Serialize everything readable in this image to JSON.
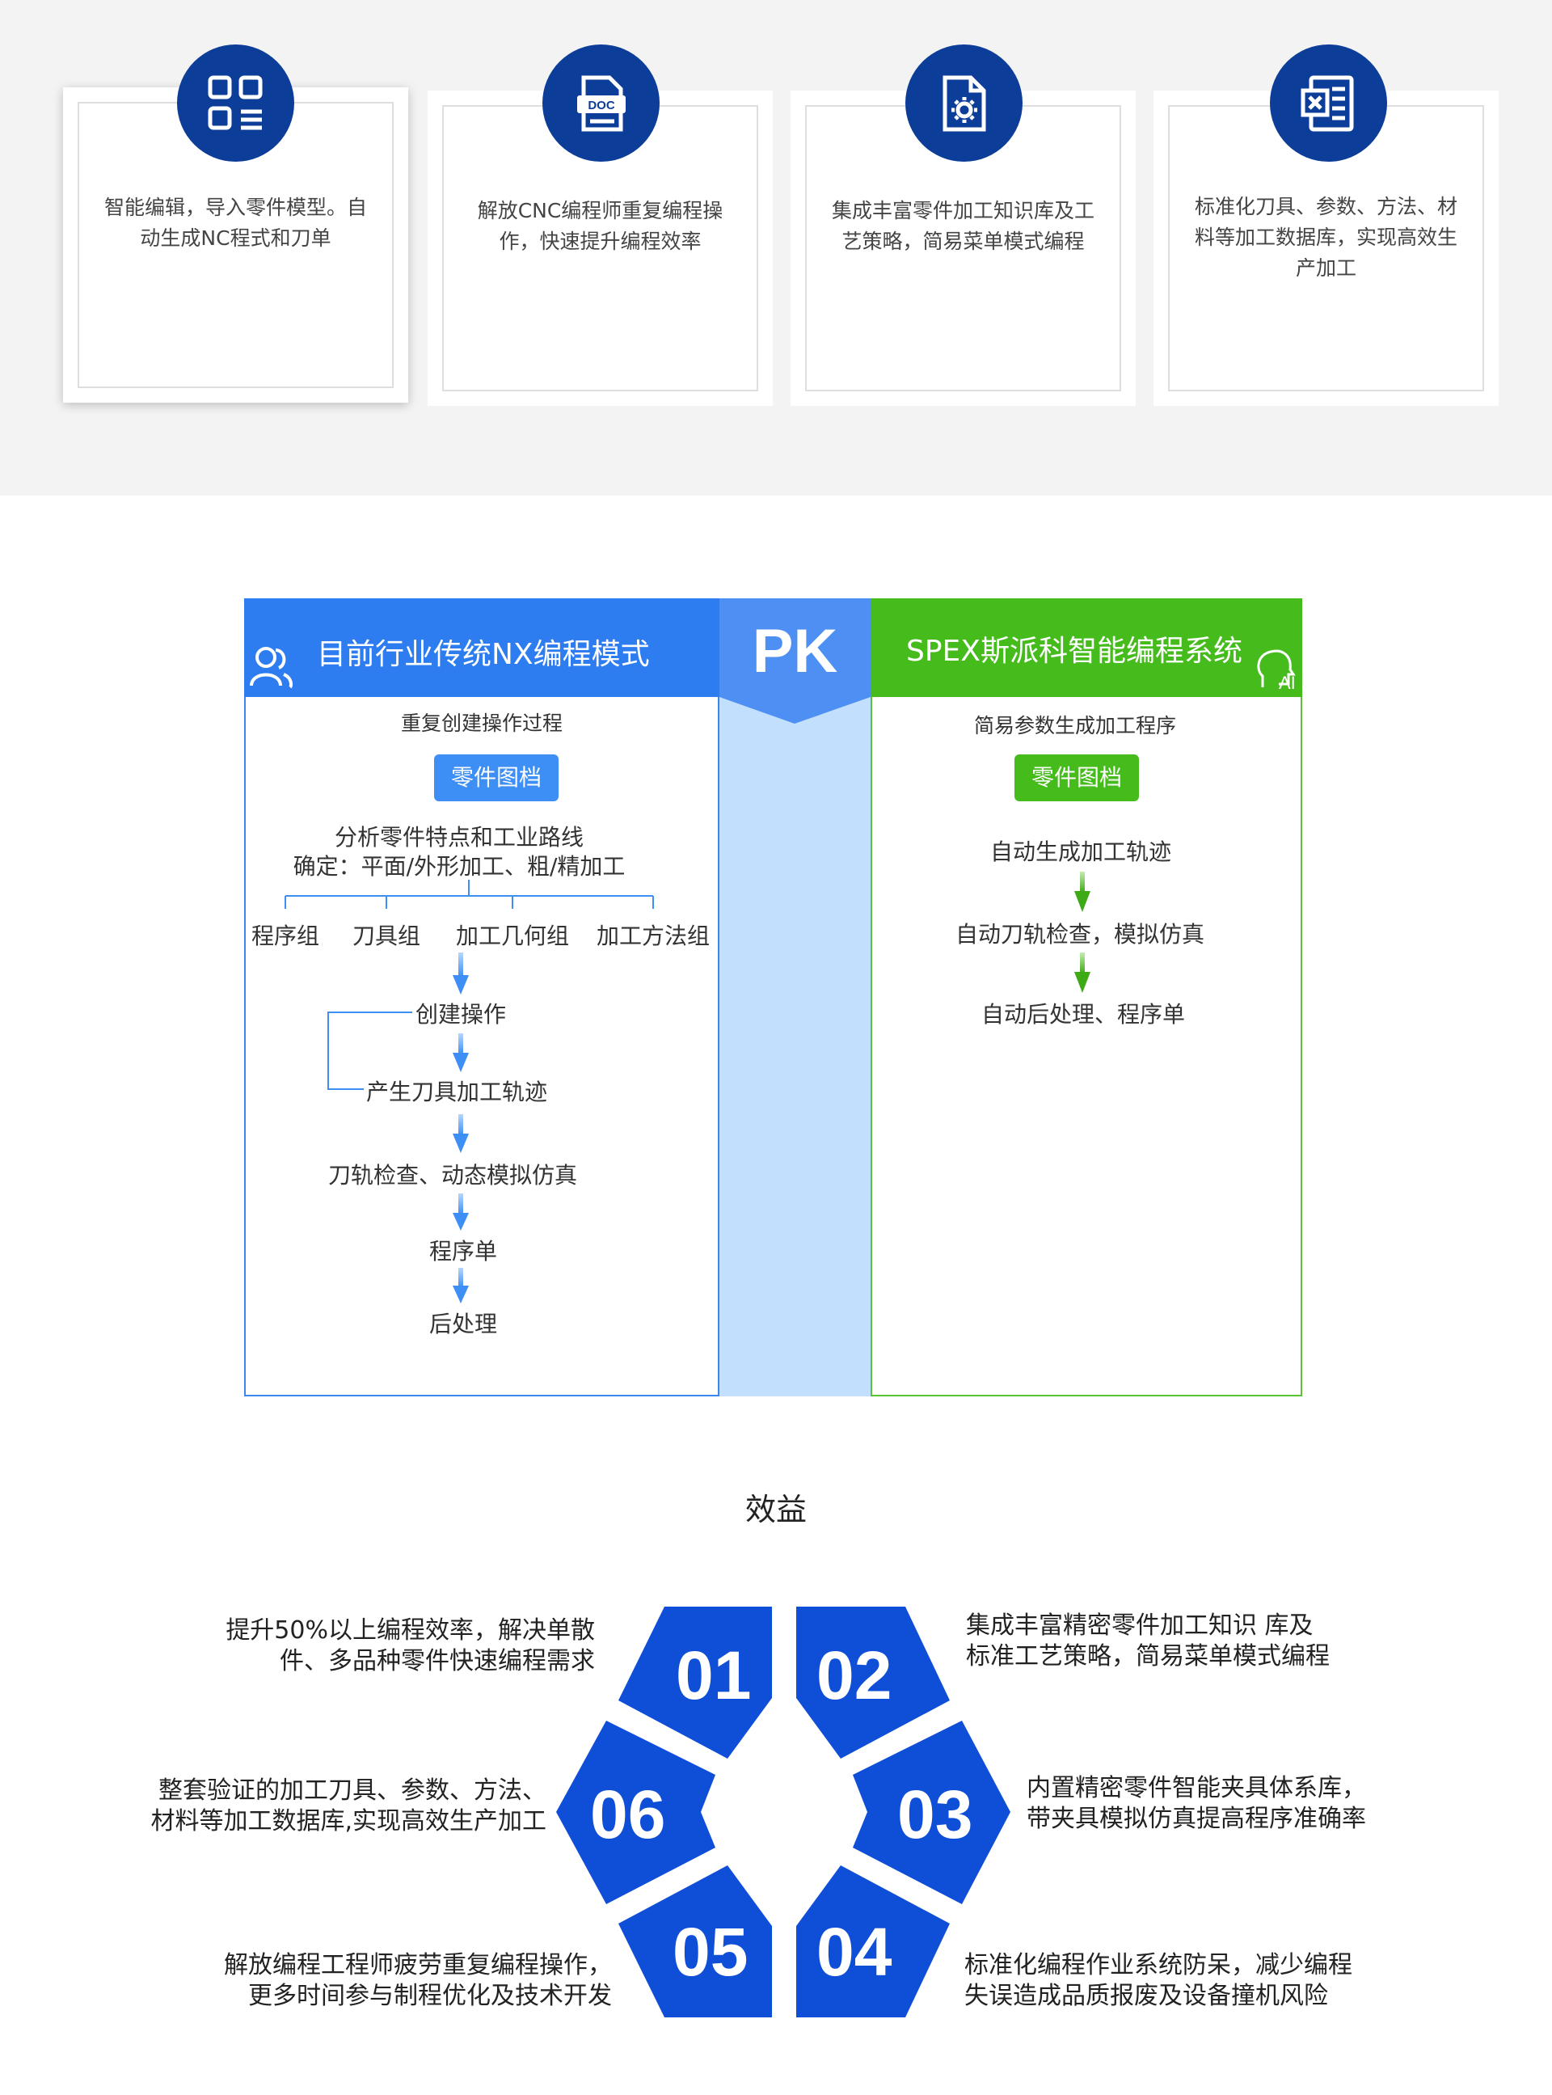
{
  "features": [
    {
      "text": "智能编辑，导入零件模型。自动生成NC程式和刀单",
      "icon": "grid-list-icon"
    },
    {
      "text": "解放CNC编程师重复编程操作，快速提升编程效率",
      "icon": "doc-file-icon"
    },
    {
      "text": "集成丰富零件加工知识库及工艺策略，简易菜单模式编程",
      "icon": "gear-file-icon"
    },
    {
      "text": "标准化刀具、参数、方法、材料等加工数据库，实现高效生产加工",
      "icon": "excel-file-icon"
    }
  ],
  "comparison": {
    "left": {
      "title": "目前行业传统NX编程模式",
      "subtitle": "重复创建操作过程",
      "pill": "零件图档",
      "analyze_line1": "分析零件特点和工业路线",
      "analyze_line2": "确定：平面/外形加工、粗/精加工",
      "groups": [
        "程序组",
        "刀具组",
        "加工几何组",
        "加工方法组"
      ],
      "steps": [
        "创建操作",
        "产生刀具加工轨迹",
        "刀轨检查、动态模拟仿真",
        "程序单",
        "后处理"
      ]
    },
    "pk": "PK",
    "right": {
      "title": "SPEX斯派科智能编程系统",
      "subtitle": "简易参数生成加工程序",
      "pill": "零件图档",
      "steps": [
        "自动生成加工轨迹",
        "自动刀轨检查，模拟仿真",
        "自动后处理、程序单"
      ]
    },
    "colors": {
      "left": "#2d7cf0",
      "middle": "#c2dffd",
      "right": "#45bb1c"
    }
  },
  "benefits": {
    "title": "效益",
    "items": [
      {
        "num": "01",
        "line1": "提升50%以上编程效率，解决单散",
        "line2": "件、多品种零件快速编程需求"
      },
      {
        "num": "02",
        "line1": "集成丰富精密零件加工知识 库及",
        "line2": "标准工艺策略，简易菜单模式编程"
      },
      {
        "num": "03",
        "line1": "内置精密零件智能夹具体系库，",
        "line2": "带夹具模拟仿真提高程序准确率"
      },
      {
        "num": "04",
        "line1": "标准化编程作业系统防呆，减少编程",
        "line2": "失误造成品质报废及设备撞机风险"
      },
      {
        "num": "05",
        "line1": "解放编程工程师疲劳重复编程操作，",
        "line2": "更多时间参与制程优化及技术开发"
      },
      {
        "num": "06",
        "line1": "整套验证的加工刀具、参数、方法、",
        "line2": "材料等加工数据库,实现高效生产加工"
      }
    ],
    "color": "#0f4fd8"
  }
}
